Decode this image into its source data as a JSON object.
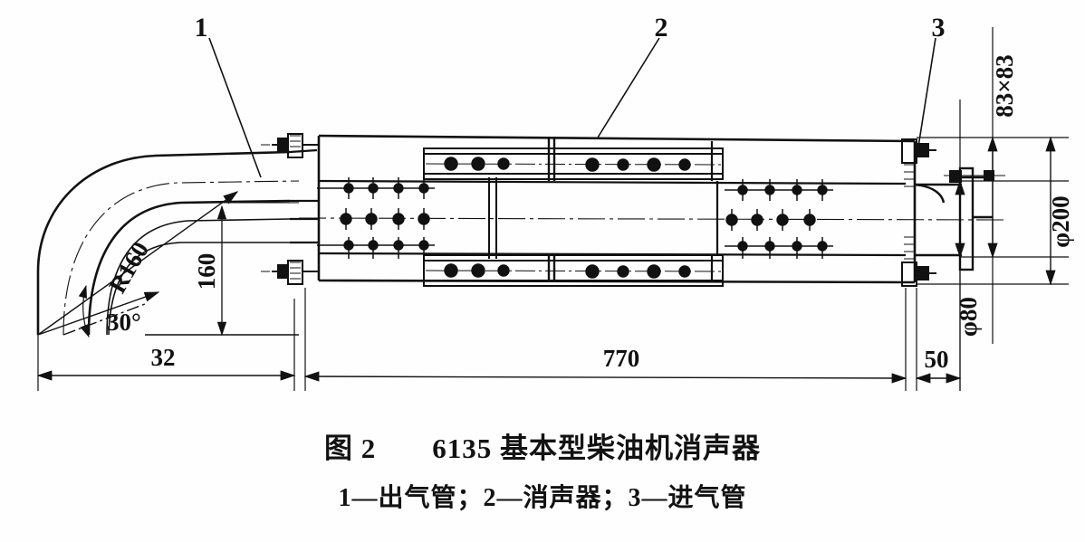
{
  "figure": {
    "number_label": "图 2",
    "title": "6135 基本型柴油机消声器",
    "legend": "1—出气管；2—消声器；3—进气管",
    "ink_color": "#111111",
    "paper_color": "#fefefe"
  },
  "callouts": [
    {
      "id": "1",
      "label": "1",
      "target": "出气管"
    },
    {
      "id": "2",
      "label": "2",
      "target": "消声器"
    },
    {
      "id": "3",
      "label": "3",
      "target": "进气管"
    }
  ],
  "dimensions": {
    "angle": "30°",
    "radius": "R160",
    "height_160": "160",
    "length_32": "32",
    "length_770": "770",
    "length_50": "50",
    "square_83": "83×83",
    "dia_200": "φ200",
    "dia_80": "φ80"
  },
  "chart_data": {
    "type": "diagram",
    "title": "6135 基本型柴油机消声器",
    "annotations": [
      "30°",
      "R160",
      "160",
      "32",
      "770",
      "50",
      "83×83",
      "φ200",
      "φ80",
      "1",
      "2",
      "3"
    ]
  }
}
